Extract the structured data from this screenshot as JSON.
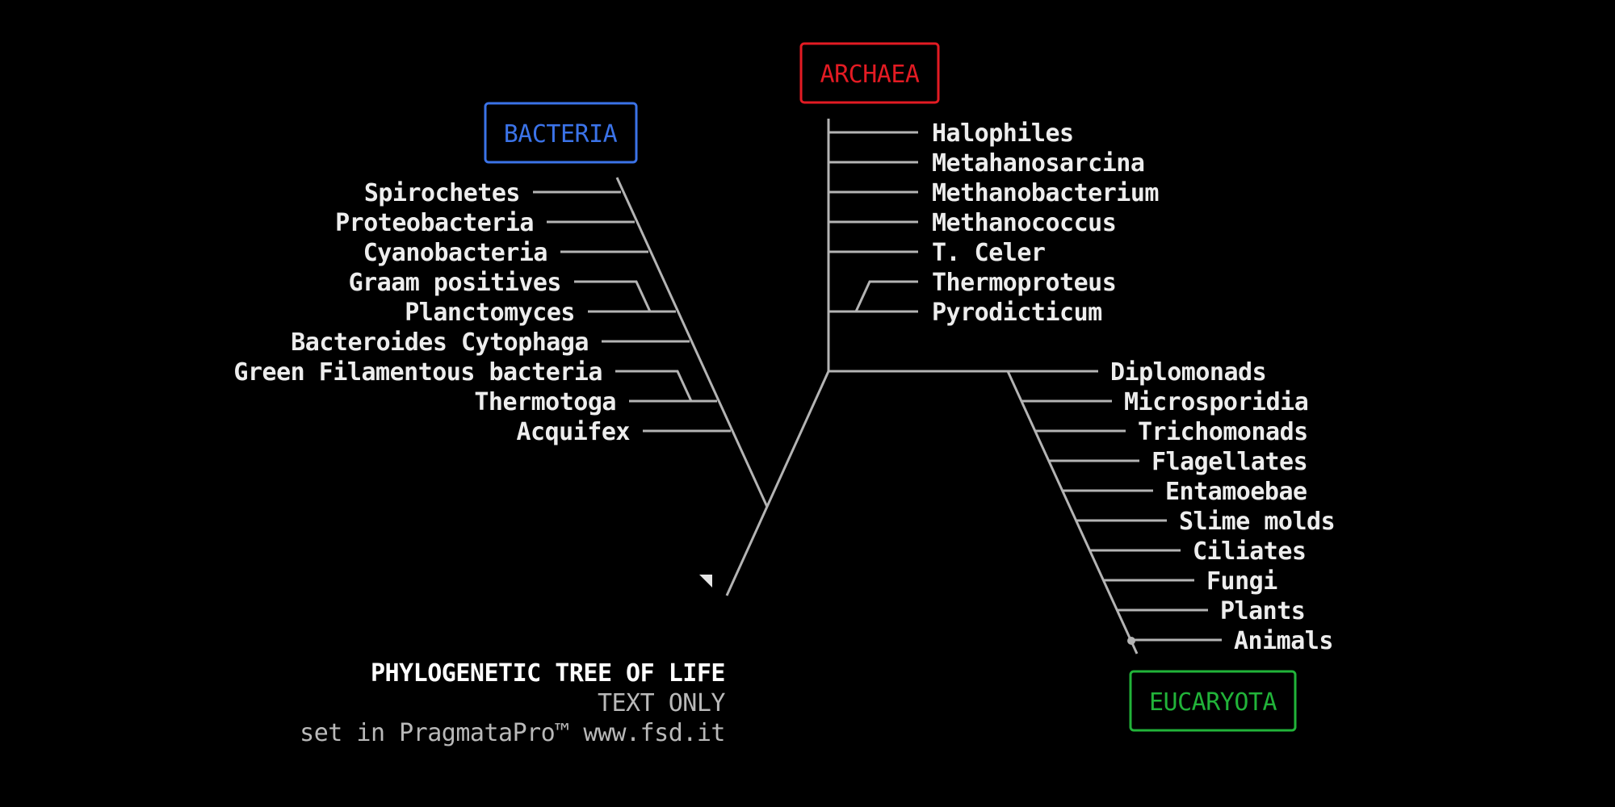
{
  "domains": {
    "bacteria": {
      "label": "BACTERIA",
      "color": "#3b73e8"
    },
    "archaea": {
      "label": "ARCHAEA",
      "color": "#e31b23"
    },
    "eucaryota": {
      "label": "EUCARYOTA",
      "color": "#21b339"
    }
  },
  "bacteria_leaves": [
    "Spirochetes",
    "Proteobacteria",
    "Cyanobacteria",
    "Graam positives",
    "Planctomyces",
    "Bacteroides Cytophaga",
    "Green Filamentous bacteria",
    "Thermotoga",
    "Acquifex"
  ],
  "archaea_leaves": [
    "Halophiles",
    "Metahanosarcina",
    "Methanobacterium",
    "Methanococcus",
    "T. Celer",
    "Thermoproteus",
    "Pyrodicticum"
  ],
  "eucaryota_leaves": [
    "Diplomonads",
    "Microsporidia",
    "Trichomonads",
    "Flagellates",
    "Entamoebae",
    "Slime molds",
    "Ciliates",
    "Fungi",
    "Plants",
    "Animals"
  ],
  "caption": {
    "title": "PHYLOGENETIC TREE OF LIFE",
    "subtitle": "TEXT ONLY",
    "credit": "set in PragmataPro™ www.fsd.it"
  },
  "colors": {
    "background": "#000000",
    "branch": "#b4b4b4",
    "text": "#ededed"
  }
}
